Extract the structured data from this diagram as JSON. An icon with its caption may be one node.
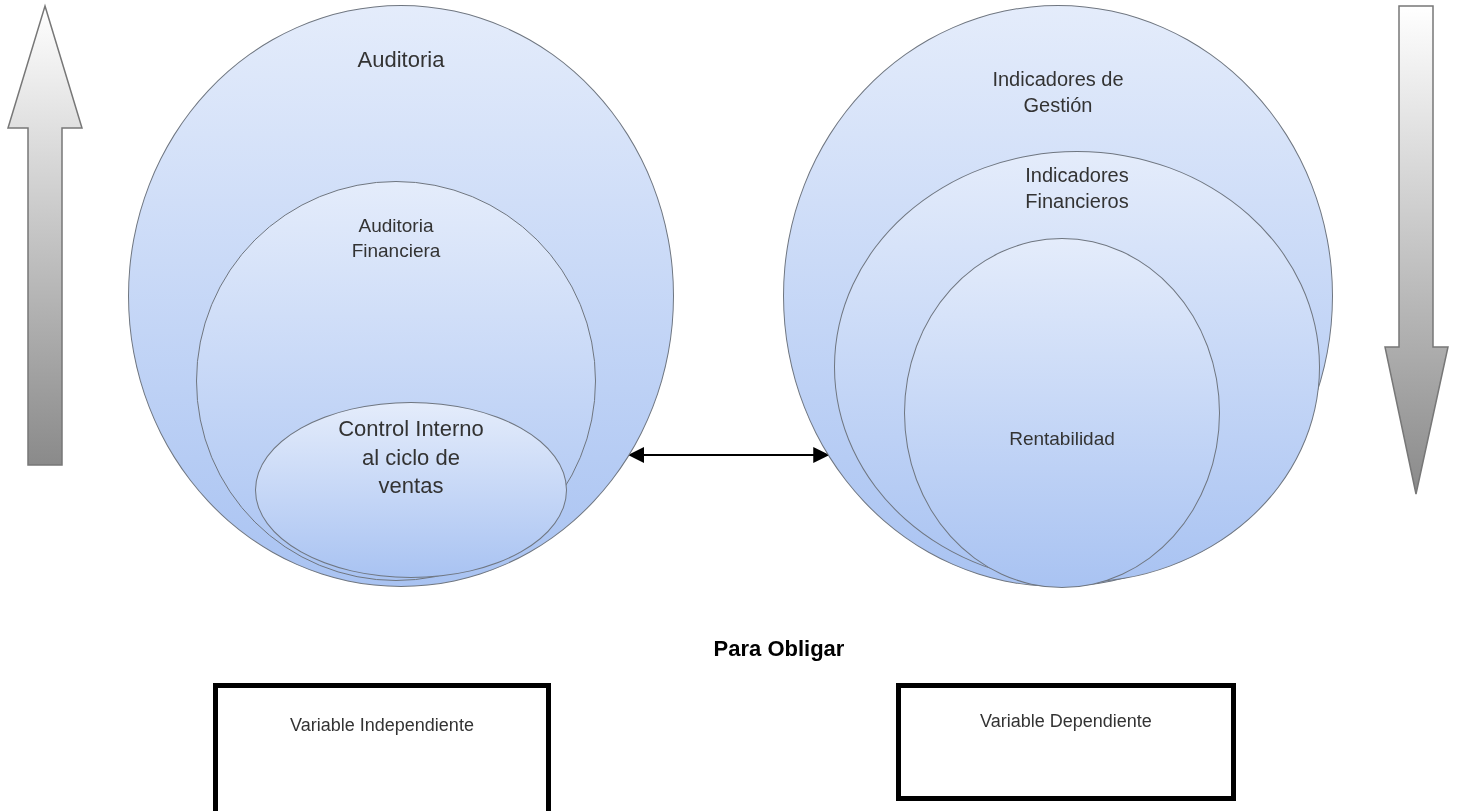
{
  "diagram": {
    "nodes": [
      {
        "text": [
          "Auditoria"
        ]
      },
      {
        "text": [
          "Auditoria Financiera"
        ],
        "in": 0
      },
      {
        "text": [
          "Control Interno al ciclo de ventas"
        ],
        "in": 1
      },
      {
        "text": [
          "Indicadores de Gestión"
        ]
      },
      {
        "text": [
          "Indicadores Financieros"
        ],
        "in": 3
      },
      {
        "text": [
          "Rentabilidad"
        ],
        "in": 4
      },
      {
        "text": [
          "Variable Independiente"
        ]
      },
      {
        "text": [
          "Variable Dependiente"
        ]
      }
    ],
    "edges": [
      {
        "from": 0,
        "to": 3,
        "arrow": "both"
      }
    ],
    "labels": [
      "Para Obligar"
    ]
  }
}
